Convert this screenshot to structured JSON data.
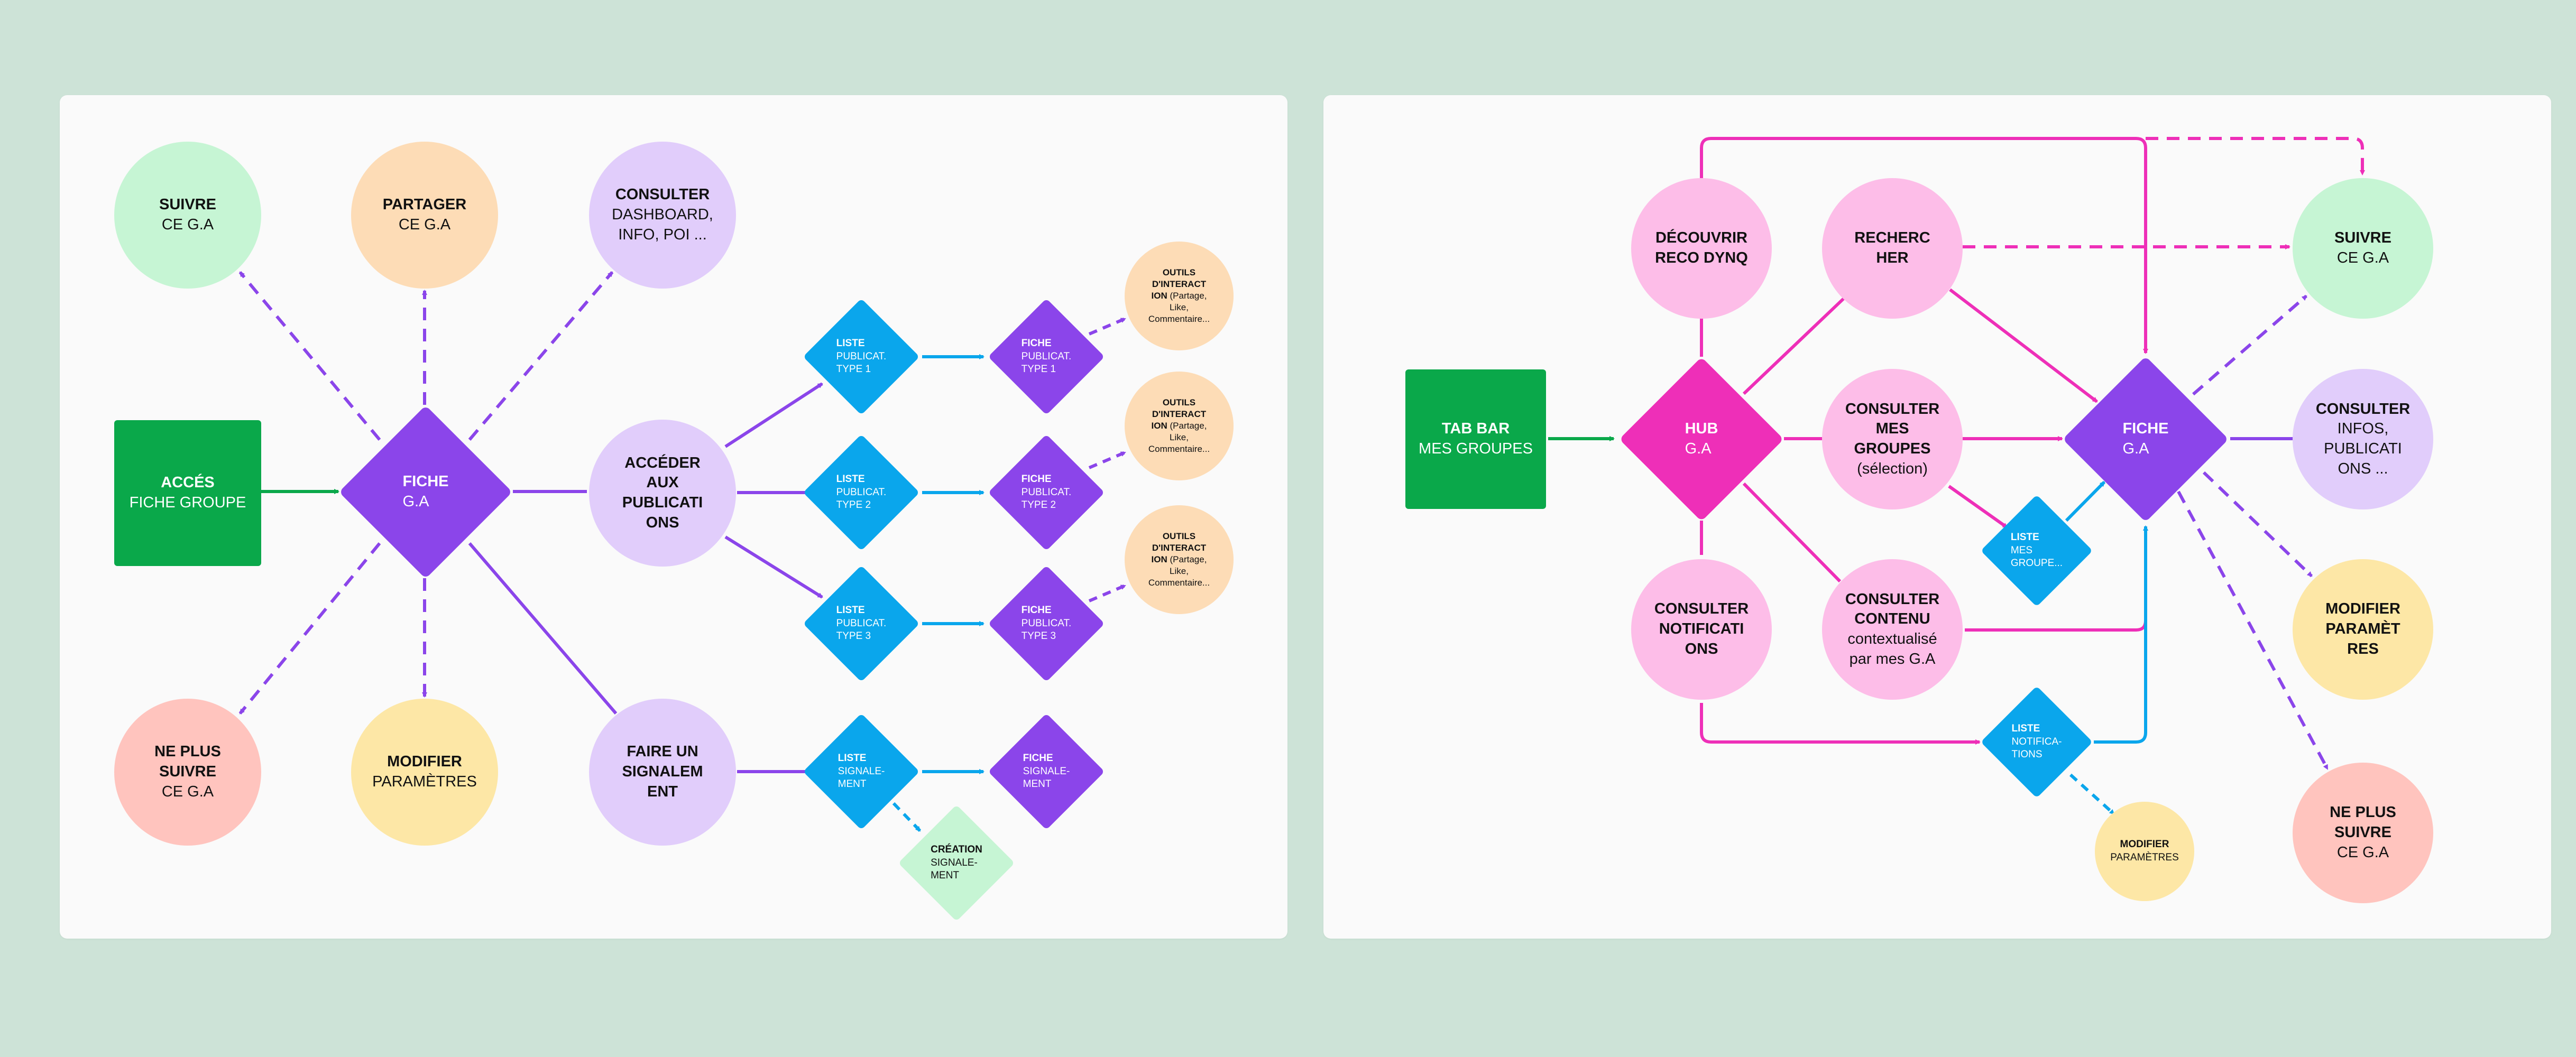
{
  "colors": {
    "background": "#cde3d7",
    "panel": "#fafafa",
    "purple_arrow": "#8b45ea",
    "pink_arrow": "#ee2fb8",
    "blue_arrow": "#0aa6ec",
    "green_arrow": "#0aa84a"
  },
  "left": {
    "suivre": {
      "l1": "SUIVRE",
      "l2": "CE G.A"
    },
    "partager": {
      "l1": "PARTAGER",
      "l2": "CE G.A"
    },
    "consulter": {
      "l1": "CONSULTER",
      "l2a": "DASHBOARD,",
      "l2b": "INFO, POI ..."
    },
    "acces": {
      "l1": "ACCÉS",
      "l2": "FICHE GROUPE"
    },
    "fiche": {
      "l1": "FICHE",
      "l2": "G.A"
    },
    "acceder": {
      "l1a": "ACCÉDER",
      "l1b": "AUX",
      "l1c": "PUBLICATI",
      "l1d": "ONS"
    },
    "ne_plus": {
      "l1a": "NE PLUS",
      "l1b": "SUIVRE",
      "l2": "CE G.A"
    },
    "modifier": {
      "l1": "MODIFIER",
      "l2": "PARAMÈTRES"
    },
    "faire": {
      "l1a": "FAIRE UN",
      "l1b": "SIGNALEM",
      "l1c": "ENT"
    },
    "liste_pub_1": {
      "l1": "LISTE",
      "l2a": "PUBLICAT.",
      "l2b": "TYPE 1"
    },
    "liste_pub_2": {
      "l1": "LISTE",
      "l2a": "PUBLICAT.",
      "l2b": "TYPE 2"
    },
    "liste_pub_3": {
      "l1": "LISTE",
      "l2a": "PUBLICAT.",
      "l2b": "TYPE 3"
    },
    "fiche_pub_1": {
      "l1": "FICHE",
      "l2a": "PUBLICAT.",
      "l2b": "TYPE 1"
    },
    "fiche_pub_2": {
      "l1": "FICHE",
      "l2a": "PUBLICAT.",
      "l2b": "TYPE 2"
    },
    "fiche_pub_3": {
      "l1": "FICHE",
      "l2a": "PUBLICAT.",
      "l2b": "TYPE 3"
    },
    "outils": {
      "l1a": "OUTILS",
      "l1b": "D'INTERACT",
      "l1c": "ION",
      "l2a": "(Partage,",
      "l2b": "Like,",
      "l2c": "Commentaire..."
    },
    "liste_sig": {
      "l1": "LISTE",
      "l2a": "SIGNALE-",
      "l2b": "MENT"
    },
    "fiche_sig": {
      "l1": "FICHE",
      "l2a": "SIGNALE-",
      "l2b": "MENT"
    },
    "creation_sig": {
      "l1": "CRÉATION",
      "l2a": "SIGNALE-",
      "l2b": "MENT"
    }
  },
  "right": {
    "tab_bar": {
      "l1": "TAB BAR",
      "l2": "MES GROUPES"
    },
    "decouvrir": {
      "l1a": "DÉCOUVRIR",
      "l1b": "RECO DYNQ"
    },
    "recherche": {
      "l1a": "RECHERC",
      "l1b": "HER"
    },
    "hub": {
      "l1": "HUB",
      "l2": "G.A"
    },
    "consulter_groupes": {
      "l1a": "CONSULTER",
      "l1b": "MES",
      "l1c": "GROUPES",
      "l2": "(sélection)"
    },
    "liste_groupes": {
      "l1": "LISTE",
      "l2a": "MES",
      "l2b": "GROUPE..."
    },
    "fiche": {
      "l1": "FICHE",
      "l2": "G.A"
    },
    "suivre": {
      "l1": "SUIVRE",
      "l2": "CE G.A"
    },
    "consulter_infos": {
      "l1": "CONSULTER",
      "l2a": "INFOS,",
      "l2b": "PUBLICATI",
      "l2c": "ONS ..."
    },
    "modifier_param": {
      "l1a": "MODIFIER",
      "l1b": "PARAMÈT",
      "l1c": "RES"
    },
    "ne_plus": {
      "l1a": "NE PLUS",
      "l1b": "SUIVRE",
      "l2": "CE G.A"
    },
    "consulter_notif": {
      "l1a": "CONSULTER",
      "l1b": "NOTIFICATI",
      "l1c": "ONS"
    },
    "consulter_contenu": {
      "l1a": "CONSULTER",
      "l1b": "CONTENU",
      "l2a": "contextualisé",
      "l2b": "par mes G.A"
    },
    "liste_notif": {
      "l1": "LISTE",
      "l2a": "NOTIFICA-",
      "l2b": "TIONS"
    },
    "modifier_small": {
      "l1": "MODIFIER",
      "l2": "PARAMÈTRES"
    }
  }
}
